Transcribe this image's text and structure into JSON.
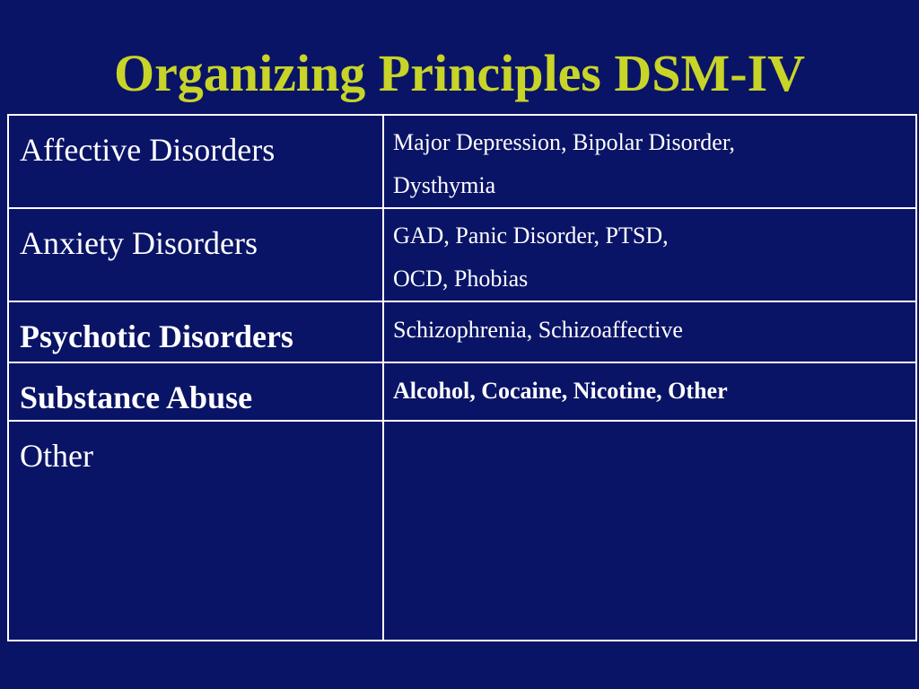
{
  "colors": {
    "background": "#0A1466",
    "title": "#C8D428",
    "text": "#FFFFFF",
    "border": "#FFFFFF"
  },
  "slide": {
    "title": "Organizing Principles DSM-IV"
  },
  "table": {
    "rows": [
      {
        "category": "Affective Disorders",
        "examples": [
          "Major Depression, Bipolar Disorder,",
          "Dysthymia"
        ]
      },
      {
        "category": "Anxiety Disorders",
        "examples": [
          "GAD, Panic Disorder, PTSD,",
          "OCD, Phobias"
        ]
      },
      {
        "category": "Psychotic Disorders",
        "examples": [
          "Schizophrenia, Schizoaffective"
        ]
      },
      {
        "category": "Substance Abuse",
        "examples": [
          "Alcohol, Cocaine, Nicotine, Other"
        ]
      },
      {
        "category": "Other",
        "examples": []
      }
    ]
  }
}
